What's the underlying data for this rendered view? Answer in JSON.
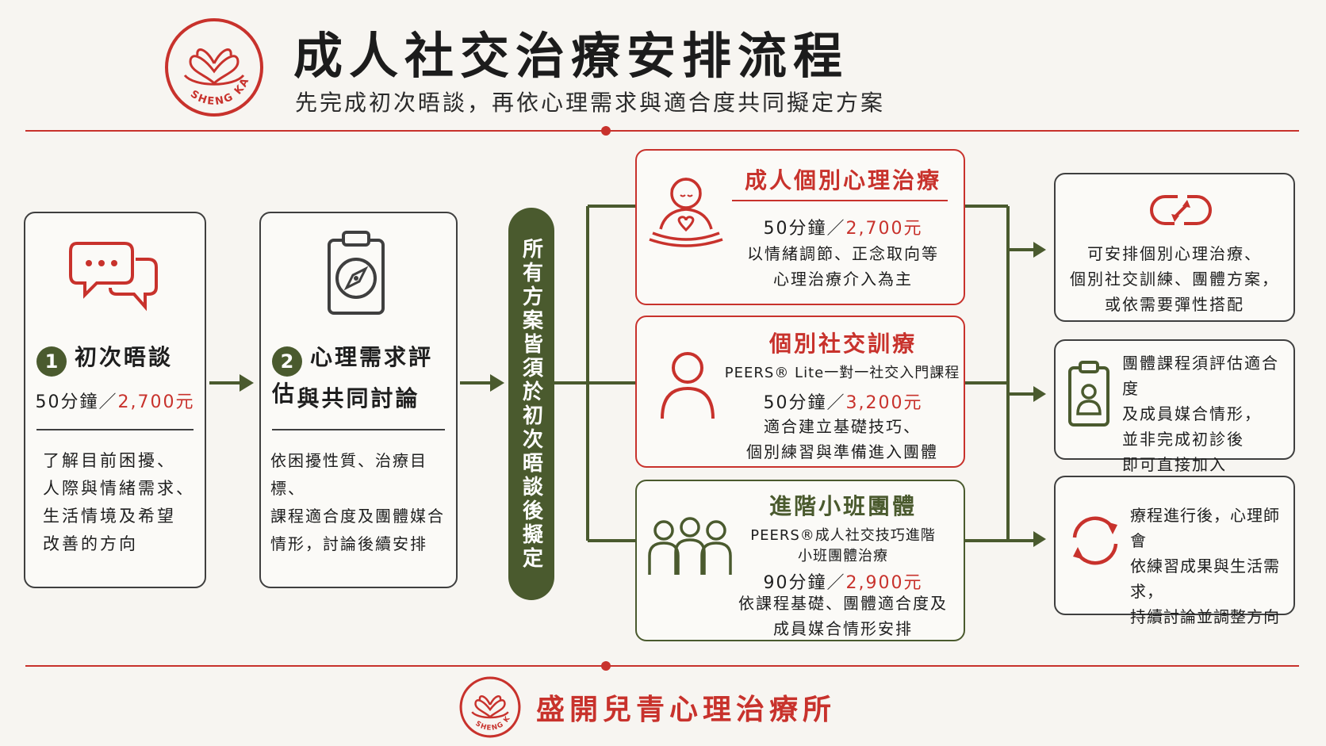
{
  "header": {
    "title": "成人社交治療安排流程",
    "subtitle": "先完成初次晤談，再依心理需求與適合度共同擬定方案",
    "logo_text": "SHENG KAI"
  },
  "step1": {
    "num": "1",
    "title": "初次晤談",
    "duration": "50分鐘／",
    "price": "2,700元",
    "lines": [
      "了解目前困擾、",
      "人際與情緒需求、",
      "生活情境及希望",
      "改善的方向"
    ]
  },
  "step2": {
    "num": "2",
    "title_line1": "心理需求評估",
    "title_line2": "與共同討論",
    "lines": [
      "依困擾性質、治療目標、",
      "課程適合度及團體媒合",
      "情形，討論後續安排"
    ]
  },
  "center_bar": {
    "text": "所有方案皆須於初次晤談後擬定"
  },
  "option1": {
    "title": "成人個別心理治療",
    "duration": "50分鐘／",
    "price": "2,700元",
    "lines": [
      "以情緒調節、正念取向等",
      "心理治療介入為主"
    ]
  },
  "option2": {
    "title": "個別社交訓療",
    "program": "PEERS® Lite一對一社交入門課程",
    "duration": "50分鐘／",
    "price": "3,200元",
    "lines": [
      "適合建立基礎技巧、",
      "個別練習與準備進入團體"
    ]
  },
  "option3": {
    "title": "進階小班團體",
    "program_line1": "PEERS®成人社交技巧進階",
    "program_line2": "小班團體治療",
    "duration": "90分鐘／",
    "price": "2,900元",
    "lines": [
      "依課程基礎、團體適合度及",
      "成員媒合情形安排"
    ]
  },
  "notes": [
    {
      "lines": [
        "可安排個別心理治療、",
        "個別社交訓練、團體方案，",
        "或依需要彈性搭配"
      ]
    },
    {
      "lines": [
        "團體課程須評估適合度",
        "及成員媒合情形，",
        "並非完成初診後",
        "即可直接加入"
      ]
    },
    {
      "lines": [
        "療程進行後，心理師會",
        "依練習成果與生活需求，",
        "持續討論並調整方向"
      ]
    }
  ],
  "footer": {
    "clinic_name": "盛開兒青心理治療所",
    "logo_text": "SHENG KAI"
  },
  "colors": {
    "accent_red": "#c8322c",
    "accent_green": "#4a5a2e",
    "background": "#f7f5f1"
  }
}
